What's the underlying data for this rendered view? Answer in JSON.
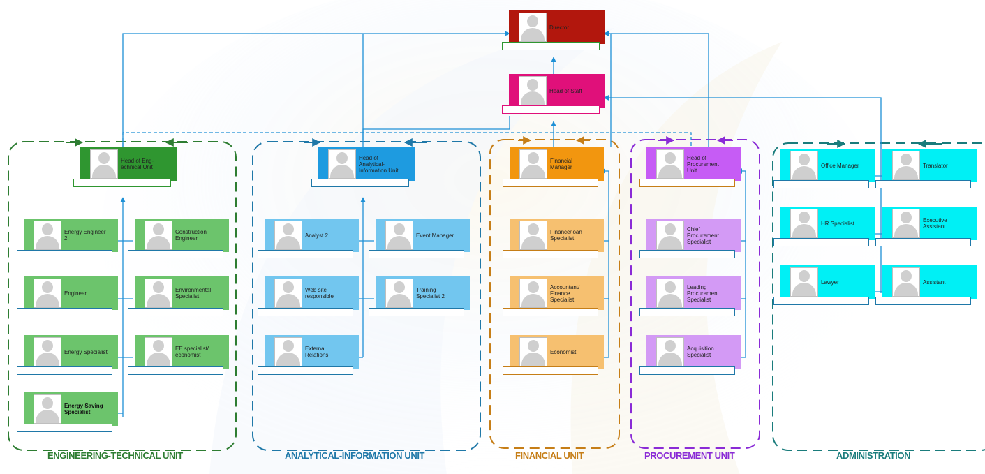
{
  "colors": {
    "director": "#b2170d",
    "staff": "#e0107a",
    "eng_head": "#2f9630",
    "eng_card": "#6cc46c",
    "ana_head": "#1e9be0",
    "ana_card": "#72c6ef",
    "fin_head": "#f2960f",
    "fin_card": "#f6c070",
    "proc_head": "#c65cf5",
    "proc_card": "#d39af5",
    "admin_card": "#00f0f5",
    "eng_border": "#2e7d32",
    "ana_border": "#1f78a8",
    "fin_border": "#c67e17",
    "proc_border": "#8a2bd6",
    "admin_border": "#1a7c7c",
    "connector": "#1e90d6"
  },
  "top": {
    "director": "Director",
    "head_of_staff": "Head of Staff"
  },
  "engineering": {
    "unit_label": "ENGINEERING-TECHNICAL UNIT",
    "head": "Head of Eng-\nechnical Unit",
    "energy_engineer_2": "Energy Engineer\n2",
    "construction_engineer": "Construction\nEngineer",
    "engineer": "Engineer",
    "environmental_specialist": "Environmental\nSpecialist",
    "energy_specialist": "Energy Specialist",
    "ee_specialist": "EE specialist/\neconomist",
    "energy_saving_specialist": "Energy Saving\nSpecialist"
  },
  "analytical": {
    "unit_label": "ANALYTICAL-INFORMATION UNIT",
    "head": "Head of\nAnalytical-\nInformation Unit",
    "analyst_2": "Analyst 2",
    "event_manager": "Event Manager",
    "web_site": "Web site\nresponsible",
    "training_specialist_2": "Training\nSpecialist 2",
    "external_relations": "External\nRelations"
  },
  "financial": {
    "unit_label": "FINANCIAL UNIT",
    "head": "Financial\nManager",
    "finance_loan": "Finance/loan\nSpecialist",
    "accountant": "Accountant/\nFinance\nSpecialist",
    "economist": "Economist"
  },
  "procurement": {
    "unit_label": "PROCUREMENT UNIT",
    "head": "Head of\nProcurement\nUnit",
    "chief": "Chief\nProcurement\nSpecialist",
    "leading": "Leading\nProcurement\nSpecialist",
    "acquisition": "Acquisition\nSpecialist"
  },
  "administration": {
    "unit_label": "ADMINISTRATION",
    "office_manager": "Office Manager",
    "translator": "Translator",
    "hr_specialist": "HR Specialist",
    "executive_assistant": "Executive\nAssistant",
    "lawyer": "Lawyer",
    "assistant": "Assistant"
  }
}
